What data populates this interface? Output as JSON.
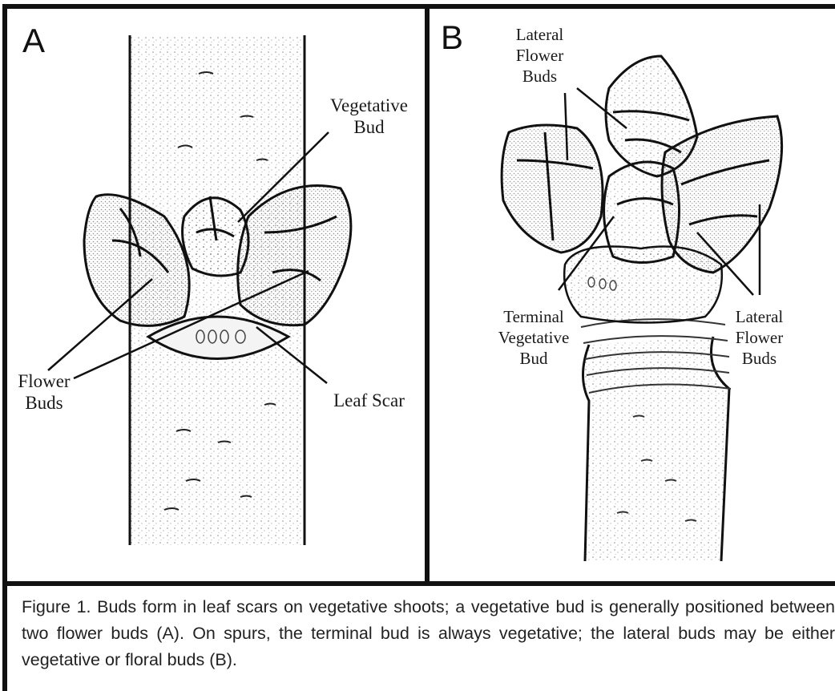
{
  "panel_a": {
    "letter": "A",
    "labels": {
      "vegetative_bud": [
        "Vegetative",
        "Bud"
      ],
      "flower_buds": [
        "Flower",
        "Buds"
      ],
      "leaf_scar": "Leaf Scar"
    }
  },
  "panel_b": {
    "letter": "B",
    "labels": {
      "lateral_flower_buds_top": [
        "Lateral",
        "Flower",
        "Buds"
      ],
      "terminal_vegetative_bud": [
        "Terminal",
        "Vegetative",
        "Bud"
      ],
      "lateral_flower_buds_right": [
        "Lateral",
        "Flower",
        "Buds"
      ]
    }
  },
  "caption": "Figure 1. Buds form in leaf scars on vegetative shoots; a vegetative bud is generally positioned between two flower buds (A). On spurs, the terminal bud is always vegetative; the lateral buds may be either vegetative or floral buds (B)."
}
